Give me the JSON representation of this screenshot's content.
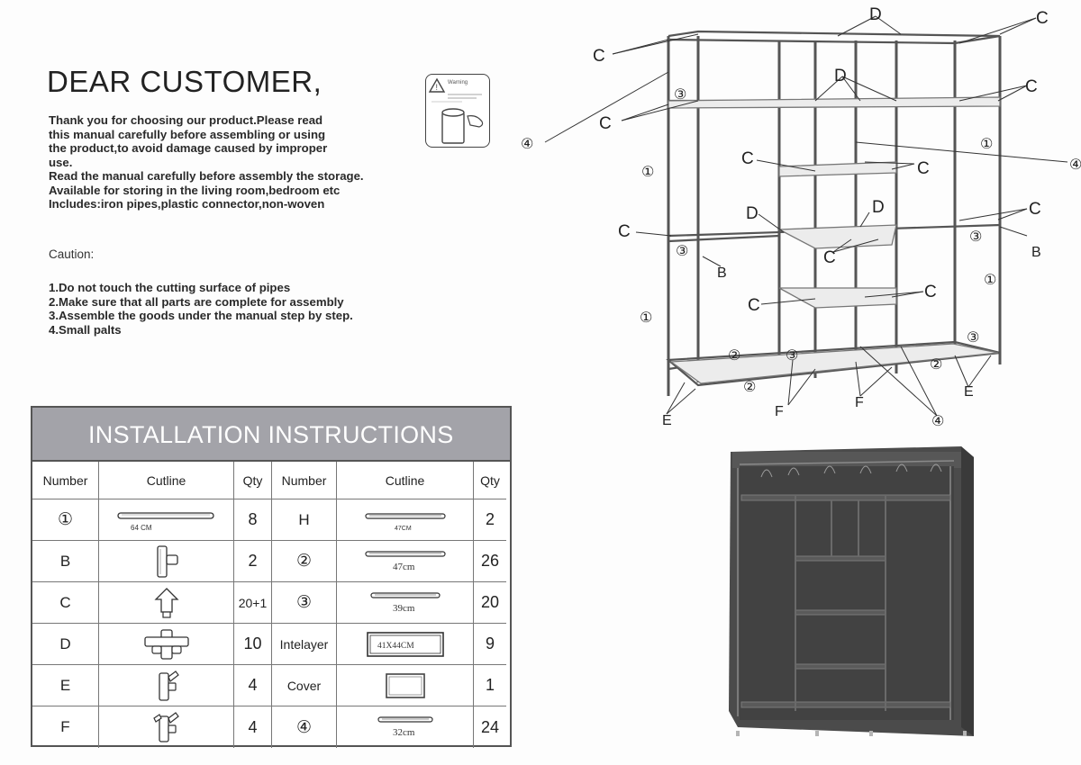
{
  "greeting": "DEAR CUSTOMER,",
  "intro_lines": [
    "Thank you for choosing our product.Please read",
    "this manual carefully before assembling or using",
    "the product,to avoid damage caused by improper",
    "use.",
    "Read the manual carefully before assembly the storage.",
    "Available for storing in the living room,bedroom etc",
    "Includes:iron pipes,plastic connector,non-woven"
  ],
  "caution": {
    "title": "Caution:",
    "items": [
      "1.Do not touch the cutting surface of pipes",
      "2.Make sure that all parts are complete for assembly",
      "3.Assemble the goods under the manual step by step.",
      "4.Small palts"
    ]
  },
  "warning_label": {
    "text": "Warning",
    "icon": "warning-triangle-icon"
  },
  "table": {
    "title": "INSTALLATION INSTRUCTIONS",
    "headers": [
      "Number",
      "Cutline",
      "Qty",
      "Number",
      "Cutline",
      "Qty"
    ],
    "rows": [
      {
        "left": {
          "number": "①",
          "cutline": "pipe",
          "length": "64 CM",
          "qty": "8"
        },
        "right": {
          "number": "H",
          "cutline": "pipe",
          "length": "47CM",
          "qty": "2"
        }
      },
      {
        "left": {
          "number": "B",
          "cutline": "connector-b-icon",
          "length": "",
          "qty": "2"
        },
        "right": {
          "number": "②",
          "cutline": "pipe",
          "length": "47cm",
          "qty": "26"
        }
      },
      {
        "left": {
          "number": "C",
          "cutline": "connector-c-icon",
          "length": "",
          "qty": "20+1"
        },
        "right": {
          "number": "③",
          "cutline": "pipe",
          "length": "39cm",
          "qty": "20"
        }
      },
      {
        "left": {
          "number": "D",
          "cutline": "connector-d-icon",
          "length": "",
          "qty": "10"
        },
        "right": {
          "number": "Intelayer",
          "cutline": "box",
          "length": "41X44CM",
          "qty": "9"
        }
      },
      {
        "left": {
          "number": "E",
          "cutline": "connector-e-icon",
          "length": "",
          "qty": "4"
        },
        "right": {
          "number": "Cover",
          "cutline": "cover-icon",
          "length": "",
          "qty": "1"
        }
      },
      {
        "left": {
          "number": "F",
          "cutline": "connector-f-icon",
          "length": "",
          "qty": "4"
        },
        "right": {
          "number": "④",
          "cutline": "pipe",
          "length": "32cm",
          "qty": "24"
        }
      }
    ]
  },
  "diagram_labels": {
    "c": "C",
    "d": "D",
    "b": "B",
    "e": "E",
    "f": "F",
    "n1": "①",
    "n2": "②",
    "n3": "③",
    "n4": "④"
  }
}
